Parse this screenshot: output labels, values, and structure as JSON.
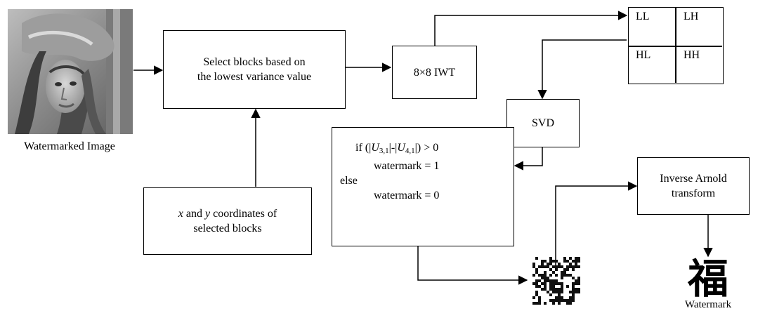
{
  "watermarked_image": {
    "caption": "Watermarked Image"
  },
  "select_block": {
    "line1": "Select blocks based on",
    "line2": "the lowest variance value"
  },
  "iwt_block": {
    "label": "8×8 IWT"
  },
  "subbands": {
    "ll": "LL",
    "lh": "LH",
    "hl": "HL",
    "hh": "HH"
  },
  "svd_block": {
    "label": "SVD"
  },
  "coords_block": {
    "x": "x",
    "and": " and ",
    "y": "y",
    "rest1": " coordinates of",
    "line2": "selected blocks"
  },
  "decision_block": {
    "if_open": "if (|",
    "u": "U",
    "sub1": "3,1",
    "mid": "|-|",
    "sub2": "4,1",
    "close": "|) > 0",
    "then": "watermark = 1",
    "else": "else",
    "otherwise": "watermark = 0"
  },
  "arnold_block": {
    "line1": "Inverse Arnold",
    "line2": "transform"
  },
  "watermark_output": {
    "glyph": "福",
    "caption": "Watermark"
  }
}
